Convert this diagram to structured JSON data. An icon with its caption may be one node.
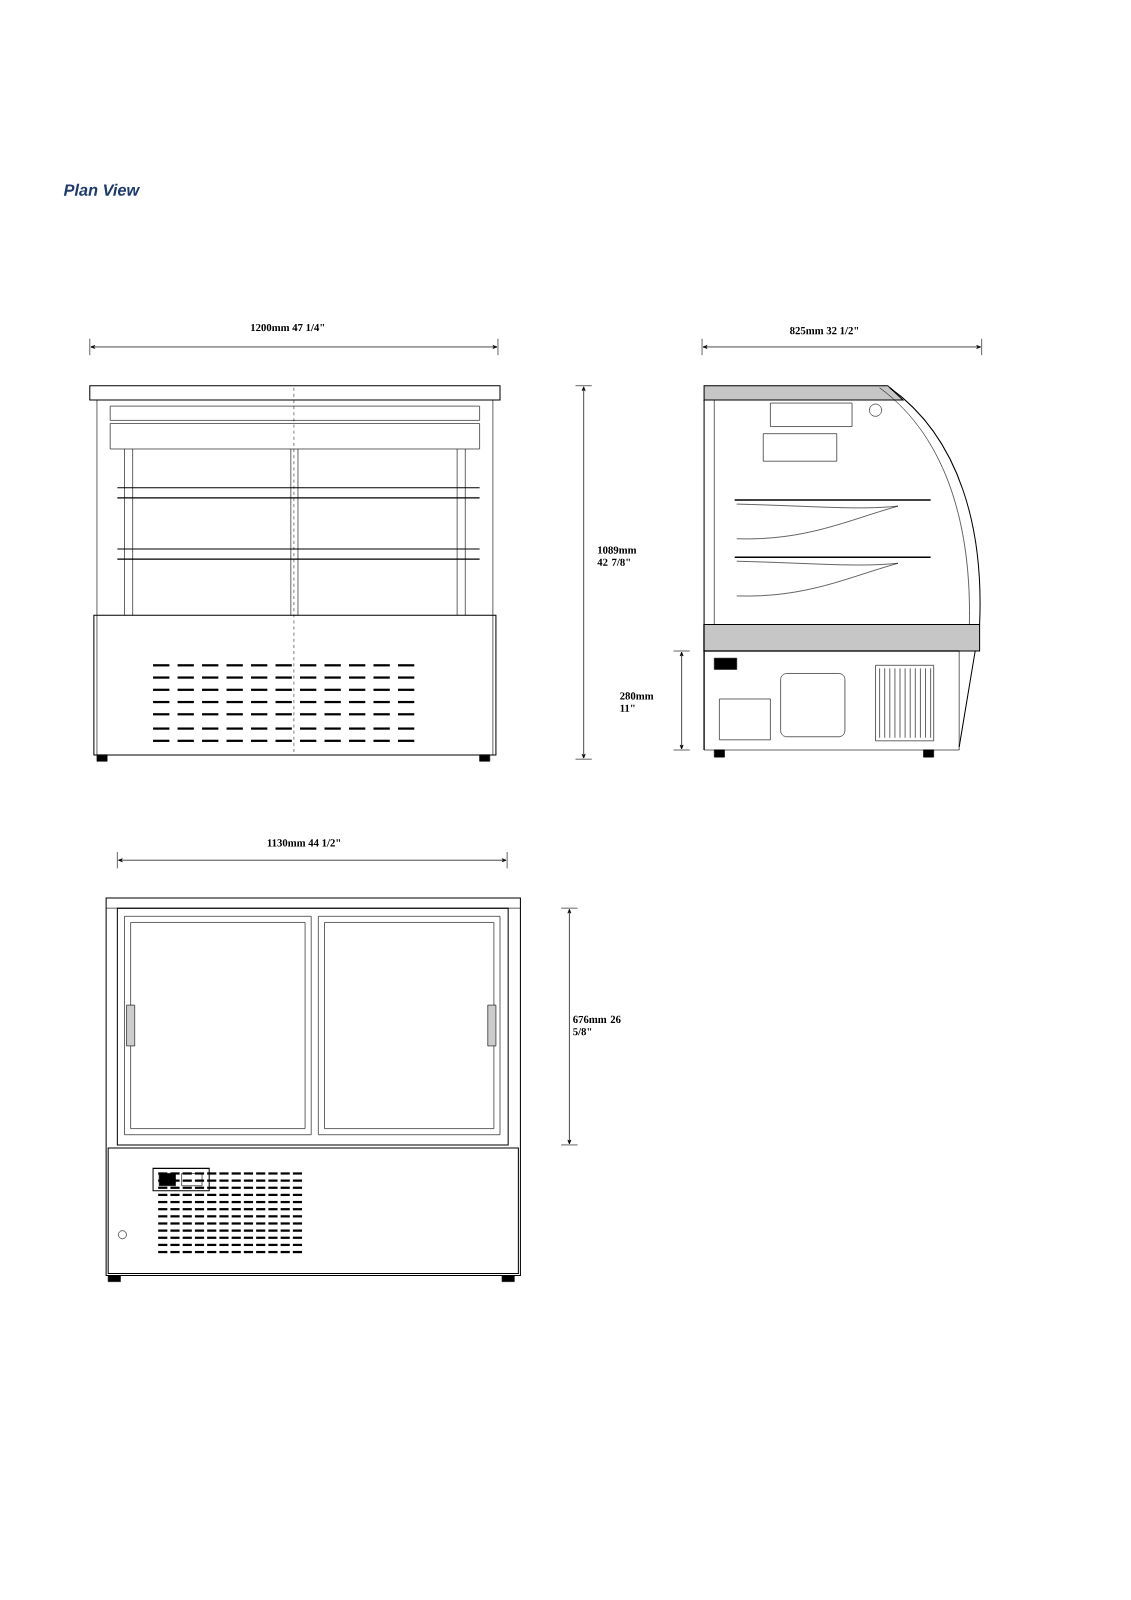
{
  "diagram": {
    "title": "Plan View",
    "labels": [
      "1200mm   47 1/4\"",
      "825mm   32 1/2\"",
      "1089mm 42 7/8\"",
      "280mm 11\"",
      "1130mm   44 1/2\"",
      "676mm 26 5/8\""
    ]
  }
}
